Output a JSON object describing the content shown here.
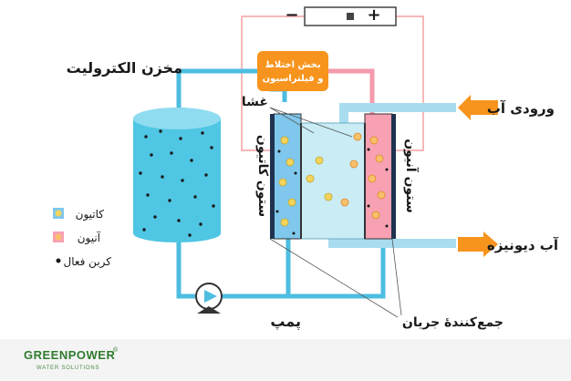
{
  "diagram": {
    "power_source": {
      "minus": "−",
      "plus": "+"
    },
    "mixing_box": {
      "line1": "بخش اختلاط",
      "line2": "و فیلتراسیون"
    },
    "labels": {
      "electrolyte_tank": "مخزن الکترولیت",
      "membrane": "غشا",
      "cation_column": "ستون کاتیون",
      "anion_column": "ستون آنیون",
      "water_inlet": "ورودی آب",
      "deionized_water": "آب دیونیزه",
      "pump": "پمپ",
      "current_collector": "جمع‌کنندهٔ جریان"
    },
    "legend": {
      "cation": "کاتیون",
      "anion": "آنیون",
      "activated_carbon": "کربن فعال"
    },
    "colors": {
      "pipe_blue": "#4dbde0",
      "pipe_pink": "#f49aac",
      "arrow_orange": "#f7941d",
      "cation_fill": "#7fc7ec",
      "anion_fill": "#f7a1b3",
      "membrane_fill": "#c9ecf5"
    }
  },
  "footer": {
    "brand": "GREENPOWER",
    "tagline": "WATER SOLUTIONS",
    "registered": "®"
  }
}
